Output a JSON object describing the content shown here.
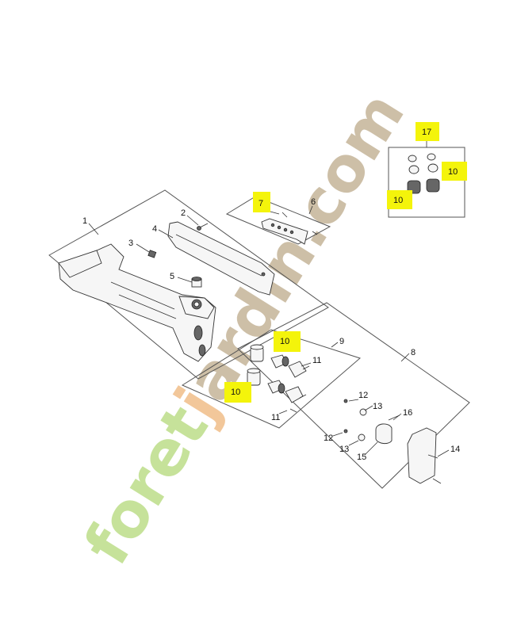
{
  "watermark": {
    "prefix": "foret",
    "middle": "j",
    "suffix": "ardin.com",
    "colors": {
      "green": "#c6e29a",
      "orange": "#f2c79a",
      "tan": "#cdbfa7"
    }
  },
  "highlight_color": "#f4f40b",
  "callouts": [
    {
      "id": "c1",
      "label": "1"
    },
    {
      "id": "c2",
      "label": "2"
    },
    {
      "id": "c3",
      "label": "3"
    },
    {
      "id": "c4",
      "label": "4"
    },
    {
      "id": "c5",
      "label": "5"
    },
    {
      "id": "c6",
      "label": "6"
    },
    {
      "id": "c7",
      "label": "7",
      "highlighted": true
    },
    {
      "id": "c8",
      "label": "8"
    },
    {
      "id": "c9",
      "label": "9"
    },
    {
      "id": "c10a",
      "label": "10",
      "highlighted": true
    },
    {
      "id": "c10b",
      "label": "10",
      "highlighted": true
    },
    {
      "id": "c10c",
      "label": "10",
      "highlighted": true
    },
    {
      "id": "c10d",
      "label": "10",
      "highlighted": true
    },
    {
      "id": "c11a",
      "label": "11"
    },
    {
      "id": "c11b",
      "label": "11"
    },
    {
      "id": "c12a",
      "label": "12"
    },
    {
      "id": "c12b",
      "label": "12"
    },
    {
      "id": "c13a",
      "label": "13"
    },
    {
      "id": "c13b",
      "label": "13"
    },
    {
      "id": "c14",
      "label": "14"
    },
    {
      "id": "c15",
      "label": "15"
    },
    {
      "id": "c16",
      "label": "16"
    },
    {
      "id": "c17",
      "label": "17",
      "highlighted": true
    }
  ]
}
